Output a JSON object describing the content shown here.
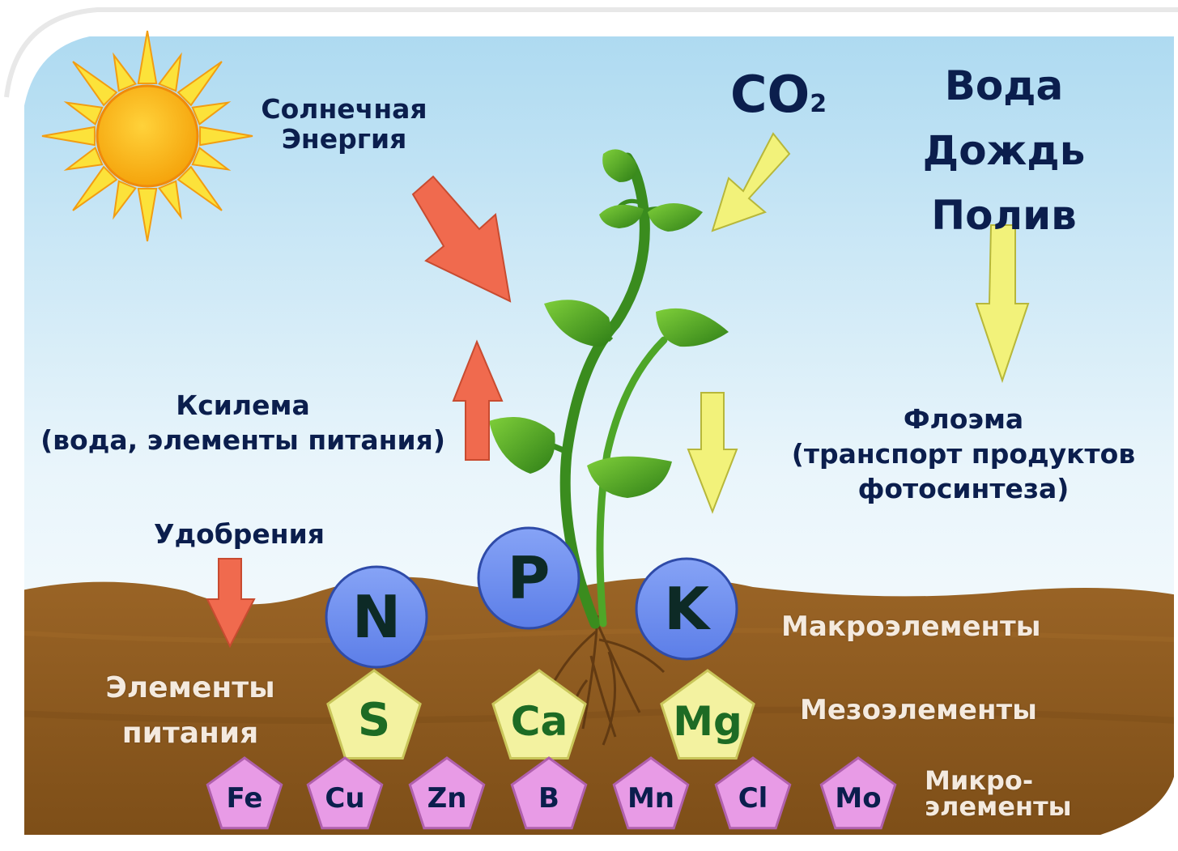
{
  "labels": {
    "solar_line1": "Солнечная",
    "solar_line2": "Энергия",
    "co2_main": "CO",
    "co2_sub": "2",
    "water_line1": "Вода",
    "water_line2": "Дождь",
    "water_line3": "Полив",
    "xylem_line1": "Ксилема",
    "xylem_line2": "(вода, элементы питания)",
    "phloem_line1": "Флоэма",
    "phloem_line2": "(транспорт продуктов",
    "phloem_line3": "фотосинтеза)",
    "fertilizer": "Удобрения",
    "nutrients_line1": "Элементы",
    "nutrients_line2": "питания",
    "macro": "Макроэлементы",
    "meso": "Мезоэлементы",
    "micro_line1": "Микро-",
    "micro_line2": "элементы"
  },
  "macro_elements": [
    "N",
    "P",
    "K"
  ],
  "meso_elements": [
    "S",
    "Ca",
    "Mg"
  ],
  "micro_elements": [
    "Fe",
    "Cu",
    "Zn",
    "B",
    "Mn",
    "Cl",
    "Mo"
  ],
  "colors": {
    "text_dark": "#0b1e4d",
    "text_light": "#f4eadf",
    "macro_fill": "#6f8ff0",
    "meso_fill": "#f3f2a0",
    "micro_fill": "#e89be6",
    "soil": "#8e5a1f",
    "red_arrow": "#f06a4e",
    "yellow_arrow": "#f2f27a",
    "leaf": "#3f9e23",
    "sun": "#f7b10f"
  }
}
